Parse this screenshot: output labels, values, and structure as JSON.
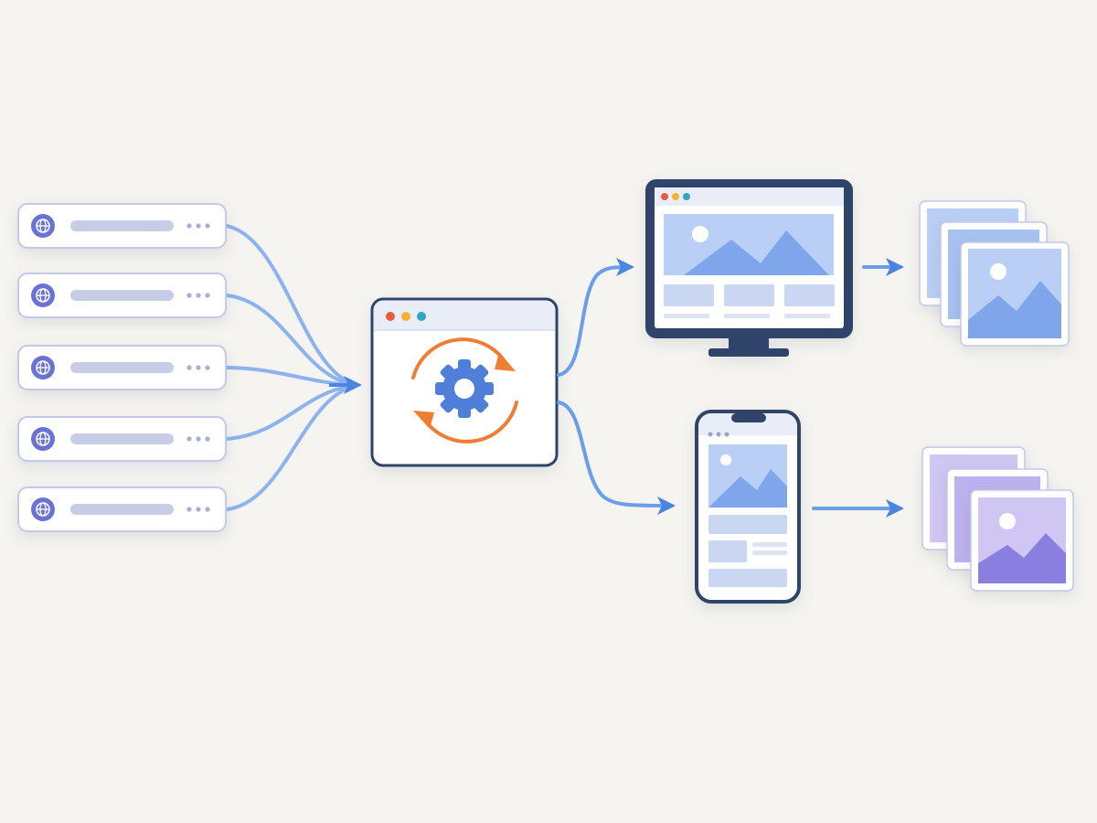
{
  "diagram": {
    "colors": {
      "background": "#f5f4f0",
      "connector_blue": "#6b9ee8",
      "arrow_blue": "#4a86e0",
      "frame_dark": "#2f4468",
      "card_border": "#c3c9e6",
      "card_fill": "#ffffff",
      "globe_fill": "#6a73d4",
      "placeholder_bar": "#c7cde6",
      "gear_blue": "#4f7fd9",
      "refresh_orange": "#ef7d33",
      "dot_red": "#e85c3e",
      "dot_yellow": "#f2b32e",
      "dot_teal": "#2da7c4",
      "image_blue": "#7fa6ea",
      "image_blue_light": "#b9cff5",
      "image_purple": "#8a7fe0",
      "image_purple_light": "#cfc6f4"
    },
    "sources": {
      "count": 5,
      "icon": "globe-icon",
      "trailing_icon": "more-dots-icon"
    },
    "processor": {
      "icon": "gear-icon",
      "overlay_icon": "refresh-cycle-icon",
      "window_dots": [
        "dot_red",
        "dot_yellow",
        "dot_teal"
      ]
    },
    "outputs": [
      {
        "device": "desktop-monitor",
        "icon": "monitor-icon",
        "result_stack": "blue-image-stack",
        "result_icon": "image-icon"
      },
      {
        "device": "mobile-phone",
        "icon": "phone-icon",
        "result_stack": "purple-image-stack",
        "result_icon": "image-icon"
      }
    ]
  }
}
